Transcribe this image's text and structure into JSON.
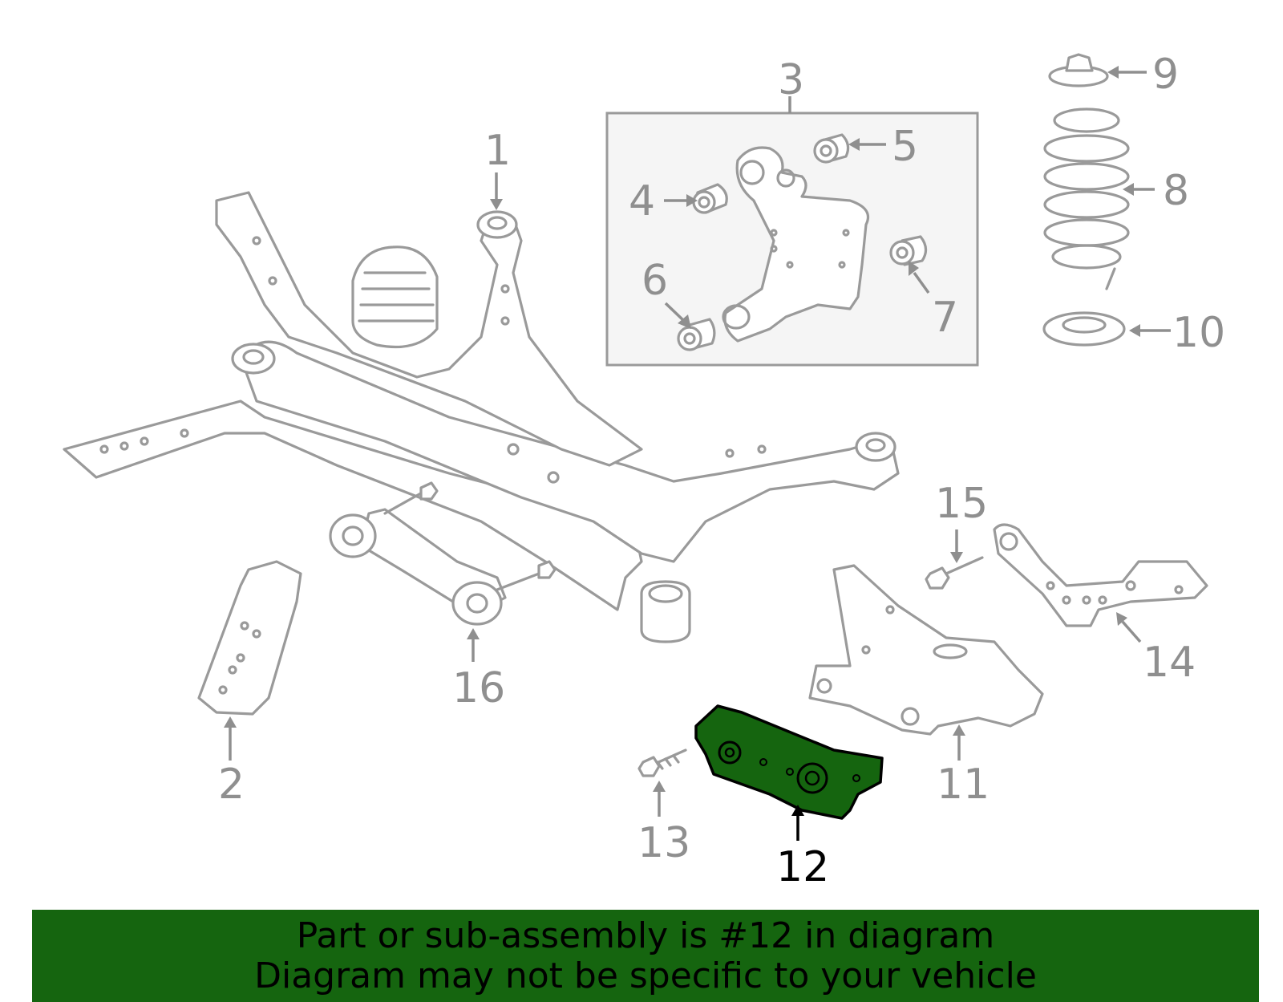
{
  "callouts": {
    "c1": "1",
    "c2": "2",
    "c3": "3",
    "c4": "4",
    "c5": "5",
    "c6": "6",
    "c7": "7",
    "c8": "8",
    "c9": "9",
    "c10": "10",
    "c11": "11",
    "c12": "12",
    "c13": "13",
    "c14": "14",
    "c15": "15",
    "c16": "16"
  },
  "highlighted_part": "12",
  "colors": {
    "highlight": "#15650f",
    "banner": "#15650f",
    "line_art": "#9a9a9a"
  },
  "footer": {
    "line1": "Part or sub-assembly is #12 in diagram",
    "line2": "Diagram may not be specific to your vehicle"
  }
}
